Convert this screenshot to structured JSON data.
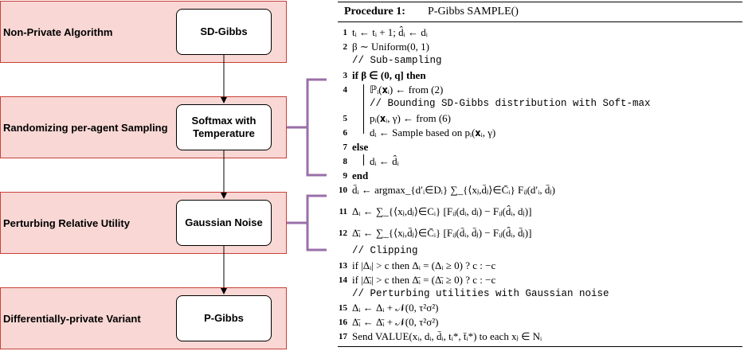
{
  "diagram": {
    "rows": [
      {
        "label": "Non-Private Algorithm",
        "box": "SD-Gibbs"
      },
      {
        "label": "Randomizing per-agent Sampling",
        "box": "Softmax with\nTemperature"
      },
      {
        "label": "Perturbing Relative Utility",
        "box": "Gaussian Noise"
      },
      {
        "label": "Differentially-private Variant",
        "box": "P-Gibbs"
      }
    ]
  },
  "procedure": {
    "title_bold": "Procedure 1:",
    "title_rest": "P-Gibbs SAMPLE()",
    "lines": [
      {
        "n": "1",
        "text": "tᵢ ← tᵢ + 1; d̂ᵢ ← dᵢ"
      },
      {
        "n": "2",
        "text": "β ∼ Uniform(0, 1)"
      },
      {
        "n": "",
        "text": "// Sub-sampling"
      },
      {
        "n": "3",
        "text": "if β ∈ (0, q] then"
      },
      {
        "n": "4",
        "text": "ℙᵢ(𝐱ᵢ) ← from (2)"
      },
      {
        "n": "",
        "text": "// Bounding SD-Gibbs distribution with Soft-max"
      },
      {
        "n": "5",
        "text": "pᵢ(𝐱ᵢ, γ) ← from (6)"
      },
      {
        "n": "6",
        "text": "dᵢ ← Sample based on pᵢ(𝐱ᵢ, γ)"
      },
      {
        "n": "7",
        "text": "else"
      },
      {
        "n": "8",
        "text": "dᵢ ← d̂ᵢ"
      },
      {
        "n": "9",
        "text": "end"
      },
      {
        "n": "10",
        "text": "d̄ᵢ ← argmax_{d′ᵢ∈Dᵢ} ∑_{⟨xⱼ,d̄ⱼ⟩∈C̄ᵢ} Fᵢⱼ(d′ᵢ, d̄ⱼ)"
      },
      {
        "n": "11",
        "text": "Δᵢ ← ∑_{⟨xⱼ,dⱼ⟩∈Cᵢ} [Fᵢⱼ(dᵢ, dⱼ) − Fᵢⱼ(d̂ᵢ, dⱼ)]"
      },
      {
        "n": "12",
        "text": "Δ̄ᵢ ← ∑_{⟨xⱼ,d̄ⱼ⟩∈C̄ᵢ} [Fᵢⱼ(d̄ᵢ, d̄ⱼ) − Fᵢⱼ(d̂ᵢ, d̄ⱼ)]"
      },
      {
        "n": "",
        "text": "// Clipping"
      },
      {
        "n": "13",
        "text": "if |Δᵢ| > c then Δᵢ = (Δᵢ ≥ 0) ? c : −c"
      },
      {
        "n": "14",
        "text": "if |Δ̄ᵢ| > c then Δ̄ᵢ = (Δ̄ᵢ ≥ 0) ? c : −c"
      },
      {
        "n": "",
        "text": "// Perturbing utilities with Gaussian noise"
      },
      {
        "n": "15",
        "text": "Δᵢ ← Δᵢ + 𝒩(0, τ²σ²)"
      },
      {
        "n": "16",
        "text": "Δ̄ᵢ ← Δ̄ᵢ + 𝒩(0, τ²σ²)"
      },
      {
        "n": "17",
        "text": "Send VALUE(xᵢ, dᵢ, d̄ᵢ, tᵢ*, t̄ᵢ*) to each xⱼ ∈ Nᵢ"
      }
    ]
  },
  "colors": {
    "band_fill": "#f8d7d4",
    "band_border": "#c9413a",
    "bracket": "#9a6fa8"
  }
}
